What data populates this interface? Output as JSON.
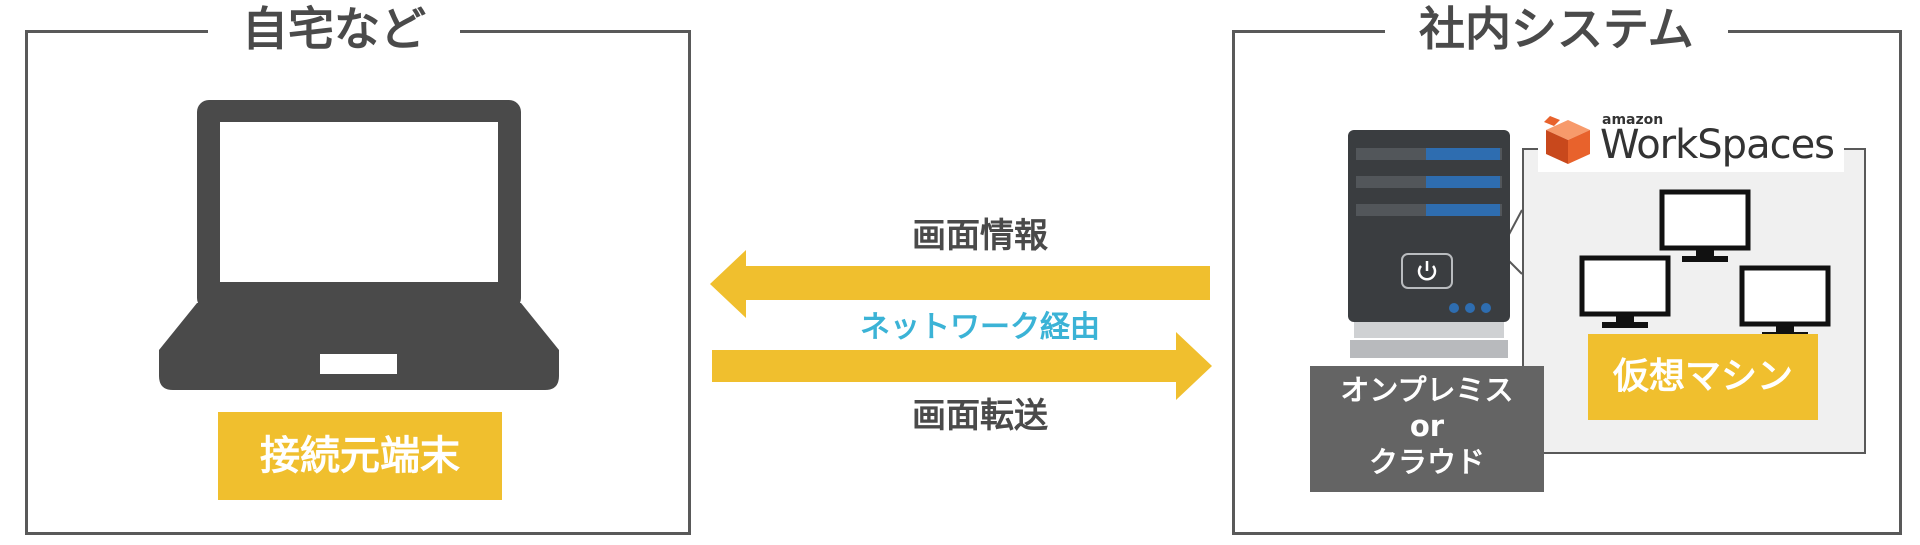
{
  "left_panel": {
    "title": "自宅など",
    "device_label": "接続元端末"
  },
  "flow": {
    "top_label": "画面情報",
    "middle_label": "ネットワーク経由",
    "bottom_label": "画面転送"
  },
  "right_panel": {
    "title": "社内システム",
    "server_label": [
      "オンプレミス",
      "or",
      "クラウド"
    ],
    "service_brand_small": "amazon",
    "service_brand": "WorkSpaces",
    "vm_label": "仮想マシン"
  },
  "colors": {
    "accent_yellow": "#f0bf2e",
    "network_blue": "#3bb3d6",
    "dark_gray": "#4a4a4a",
    "server_label_bg": "#646464",
    "logo_orange": "#e8622c"
  },
  "icons": [
    "laptop-icon",
    "arrow-left-icon",
    "arrow-right-icon",
    "server-icon",
    "power-icon",
    "workspaces-logo-icon",
    "monitor-icon"
  ]
}
